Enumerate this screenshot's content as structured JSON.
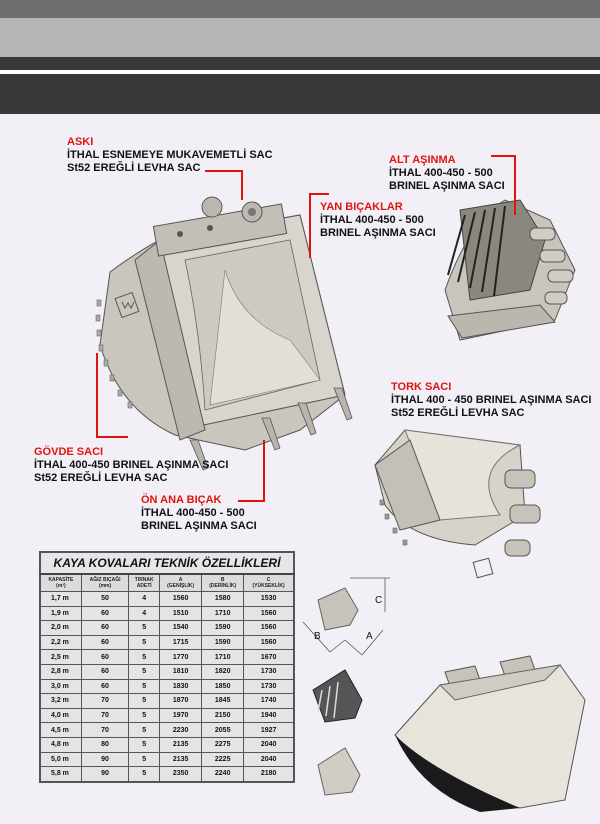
{
  "labels": {
    "aski": {
      "title": "ASKI",
      "lines": [
        "İTHAL ESNEMEYE MUKAVEMETLİ SAC",
        "St52 EREĞLİ LEVHA SAC"
      ]
    },
    "alt_asinma": {
      "title": "ALT AŞINMA",
      "lines": [
        "İTHAL 400-450 - 500",
        "BRINEL AŞINMA SACI"
      ]
    },
    "yan_bicaklar": {
      "title": "YAN BIÇAKLAR",
      "lines": [
        "İTHAL 400-450 - 500",
        "BRINEL AŞINMA SACI"
      ]
    },
    "tork_saci": {
      "title": "TORK SACI",
      "lines": [
        "İTHAL 400 - 450 BRINEL AŞINMA SACI",
        "St52 EREĞLİ LEVHA SAC"
      ]
    },
    "govde_saci": {
      "title": "GÖVDE SACI",
      "lines": [
        "İTHAL 400-450 BRINEL AŞINMA SACI",
        "St52 EREĞLİ LEVHA SAC"
      ]
    },
    "on_ana_bicak": {
      "title": "ÖN ANA BIÇAK",
      "lines": [
        "İTHAL 400-450 - 500",
        "BRINEL AŞINMA SACI"
      ]
    }
  },
  "dimension_diagram": {
    "labels": [
      "A",
      "B",
      "C"
    ]
  },
  "table": {
    "title": "KAYA KOVALARI TEKNİK ÖZELLİKLERİ",
    "headers": [
      [
        "KAPASİTE",
        "(m³)"
      ],
      [
        "AĞIZ BIÇAĞI",
        "(mm)"
      ],
      [
        "TIRNAK",
        "ADETİ"
      ],
      [
        "A",
        "(GENİŞLİK)"
      ],
      [
        "B",
        "(DERİNLİK)"
      ],
      [
        "C",
        "(YÜKSEKLİK)"
      ]
    ],
    "rows": [
      [
        "1,7 m",
        "50",
        "4",
        "1560",
        "1580",
        "1530"
      ],
      [
        "1,9 m",
        "60",
        "4",
        "1510",
        "1710",
        "1560"
      ],
      [
        "2,0 m",
        "60",
        "5",
        "1540",
        "1590",
        "1560"
      ],
      [
        "2,2 m",
        "60",
        "5",
        "1715",
        "1590",
        "1560"
      ],
      [
        "2,5 m",
        "60",
        "5",
        "1770",
        "1710",
        "1670"
      ],
      [
        "2,8 m",
        "60",
        "5",
        "1810",
        "1820",
        "1730"
      ],
      [
        "3,0 m",
        "60",
        "5",
        "1830",
        "1850",
        "1730"
      ],
      [
        "3,2 m",
        "70",
        "5",
        "1870",
        "1845",
        "1740"
      ],
      [
        "4,0 m",
        "70",
        "5",
        "1970",
        "2150",
        "1940"
      ],
      [
        "4,5 m",
        "70",
        "5",
        "2230",
        "2055",
        "1927"
      ],
      [
        "4,8 m",
        "80",
        "5",
        "2135",
        "2275",
        "2040"
      ],
      [
        "5,0 m",
        "90",
        "5",
        "2135",
        "2225",
        "2040"
      ],
      [
        "5,8 m",
        "90",
        "5",
        "2350",
        "2240",
        "2180"
      ]
    ]
  },
  "colors": {
    "accent_red": "#e0140f",
    "header_dark": "#383838",
    "header_light": "#b6b6b6",
    "header_mid": "#6d6d6d"
  }
}
